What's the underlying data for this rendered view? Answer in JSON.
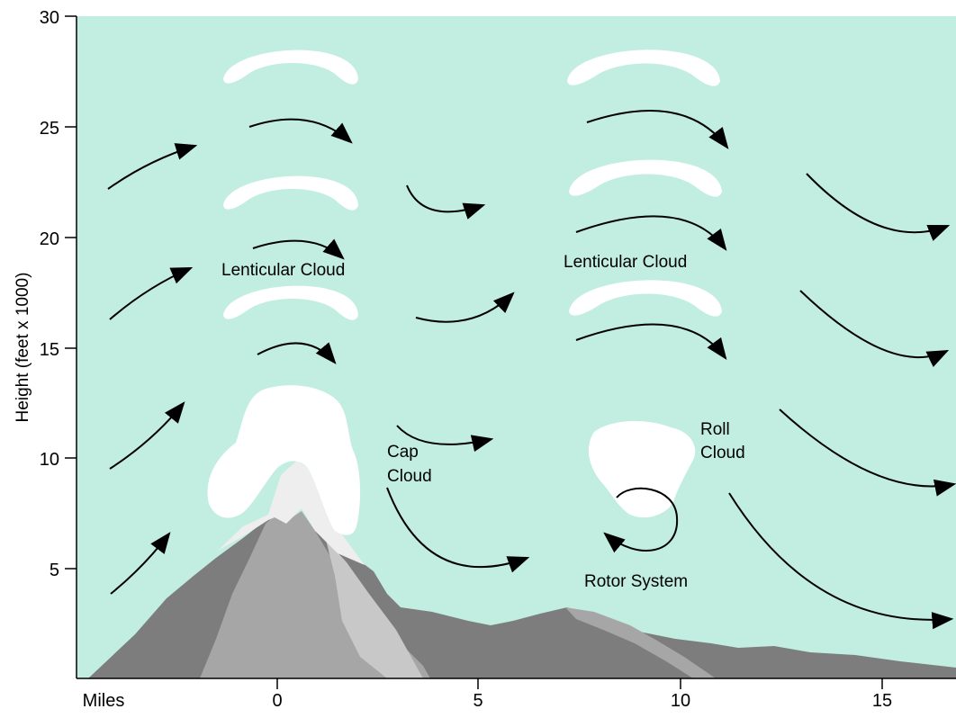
{
  "colors": {
    "sky": "#c2ede1",
    "cloud": "#ffffff",
    "ground_dark": "#7d7d7d",
    "ground_mid": "#a6a6a6",
    "ground_light": "#c8c8c8",
    "snow": "#eeeeee",
    "arrow": "#000000"
  },
  "axes": {
    "y_label": "Height (feet x 1000)",
    "y_ticks": [
      "5",
      "10",
      "15",
      "20",
      "25",
      "30"
    ],
    "x_unit_label": "Miles",
    "x_ticks": [
      "0",
      "5",
      "10",
      "15"
    ]
  },
  "labels": {
    "lenticular_left": "Lenticular Cloud",
    "lenticular_right": "Lenticular Cloud",
    "cap_cloud_line1": "Cap",
    "cap_cloud_line2": "Cloud",
    "roll_cloud_line1": "Roll",
    "roll_cloud_line2": "Cloud",
    "rotor_system": "Rotor System"
  }
}
